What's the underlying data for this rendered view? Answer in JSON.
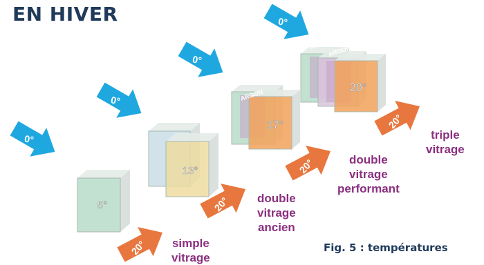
{
  "title": "EN HIVER",
  "caption": "Fig. 5 : températures",
  "outside_temp": "0°",
  "inside_temp": "20°",
  "gas_label": "ARGON",
  "glazings": [
    {
      "label_lines": [
        "simple",
        "vitrage"
      ],
      "surface_temp": "5°",
      "panes": 1,
      "argon": false
    },
    {
      "label_lines": [
        "double",
        "vitrage",
        "ancien"
      ],
      "surface_temp": "13°",
      "panes": 2,
      "argon": false
    },
    {
      "label_lines": [
        "double",
        "vitrage",
        "performant"
      ],
      "surface_temp": "17°",
      "panes": 2,
      "argon": true
    },
    {
      "label_lines": [
        "triple",
        "vitrage"
      ],
      "surface_temp": "20°",
      "panes": 3,
      "argon": true
    }
  ],
  "colors": {
    "cold_arrow": "#1fa8e0",
    "warm_arrow": "#e8773f",
    "label_text": "#8a2f7f",
    "title_text": "#1f3a5a",
    "pane_cold": "#b9dcc8",
    "pane_mid": "#eddca0",
    "pane_warm": "#f2a25a",
    "argon_fill": "#c6a4c9"
  }
}
